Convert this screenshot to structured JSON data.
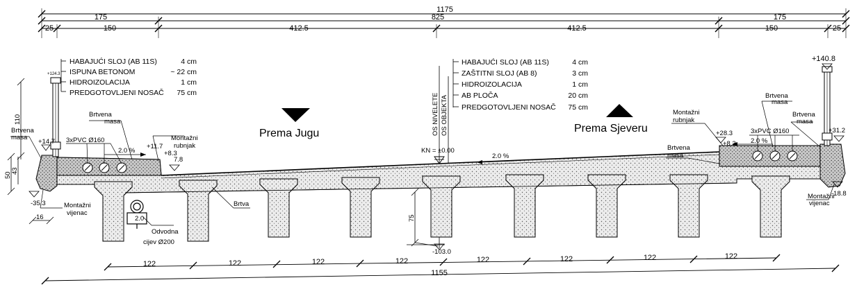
{
  "dimensions": {
    "total": "1175",
    "left_cap": "175",
    "center": "825",
    "right_cap": "175",
    "left_edge": "25",
    "left_inner": "150",
    "left_half": "412.5",
    "right_half": "412.5",
    "right_inner": "150",
    "right_edge": "25",
    "girder_spacing": [
      "122",
      "122",
      "122",
      "122",
      "122",
      "122",
      "122",
      "122"
    ],
    "bottom_total": "1155",
    "left_height": "110",
    "left_height2": "50",
    "left_height3": "43",
    "girder_depth": "75",
    "cornice_width": "16"
  },
  "layers_left": [
    {
      "name": "HABAJUĆI SLOJ (AB 11S)",
      "value": "4 cm"
    },
    {
      "name": "ISPUNA BETONOM",
      "value": "~ 22 cm"
    },
    {
      "name": "HIDROIZOLACIJA",
      "value": "1 cm"
    },
    {
      "name": "PREDGOTOVLJENI NOSAČ",
      "value": "75 cm"
    }
  ],
  "layers_right": [
    {
      "name": "HABAJUĆI SLOJ (AB 11S)",
      "value": "4 cm"
    },
    {
      "name": "ZAŠTITNI SLOJ (AB 8)",
      "value": "3 cm"
    },
    {
      "name": "HIDROIZOLACIJA",
      "value": "1 cm"
    },
    {
      "name": "AB PLOČA",
      "value": "20 cm"
    },
    {
      "name": "PREDGOTOVLJENI NOSAČ",
      "value": "75 cm"
    }
  ],
  "directions": {
    "south": "Prema Jugu",
    "north": "Prema Sjeveru"
  },
  "axes": {
    "nivelete": "OS NIVELETE",
    "objekta": "OS OBJEKTA",
    "kn": "KN = ±0.00"
  },
  "labels": {
    "brtvena_masa_left_a": "Brtvena",
    "brtvena_masa_left_b": "masa",
    "brtvena_masa_left2_a": "Brtvena",
    "brtvena_masa_left2_b": "masa",
    "pipes_left": "3xPVC Ø160",
    "pipes_right": "3xPVC Ø160",
    "slope_left": "2.0 %",
    "slope_center": "2.0 %",
    "slope_right": "2.0 %",
    "montazni_rubnjak_left_a": "Montažni",
    "montazni_rubnjak_left_b": "rubnjak",
    "montazni_rubnjak_right_a": "Montažni",
    "montazni_rubnjak_right_b": "rubnjak",
    "brtvena_right_a": "Brtvena",
    "brtvena_right_b": "masa",
    "brtvena_right2_a": "Brtvena",
    "brtvena_right2_b": "masa",
    "brtvena_right3_a": "Brtvena",
    "brtvena_right3_b": "masa",
    "montazni_vijenac_left_a": "Montažni",
    "montazni_vijenac_left_b": "vijenac",
    "montazni_vijenac_right_a": "Montažni",
    "montazni_vijenac_right_b": "vijenac",
    "brtva": "Brtva",
    "odvodna_a": "Odvodna",
    "odvodna_b": "cijev Ø200",
    "pipe_drop": "2.0"
  },
  "elevations": {
    "left_top_rail": "+124.3",
    "left_edge": "+14.7",
    "left_curb": "+11.7",
    "left_curb2": "+8.3",
    "left_curb3": "7.8",
    "left_bottom": "-35.3",
    "right_top_rail": "+140.8",
    "right_curb": "+28.3",
    "right_curb2": "+8.3",
    "right_edge": "+31.2",
    "right_bottom": "-18.8",
    "center_bottom": "-103.0"
  },
  "colors": {
    "ink": "#000000",
    "hatch": "#555555",
    "fill": "#d9d9d9"
  }
}
